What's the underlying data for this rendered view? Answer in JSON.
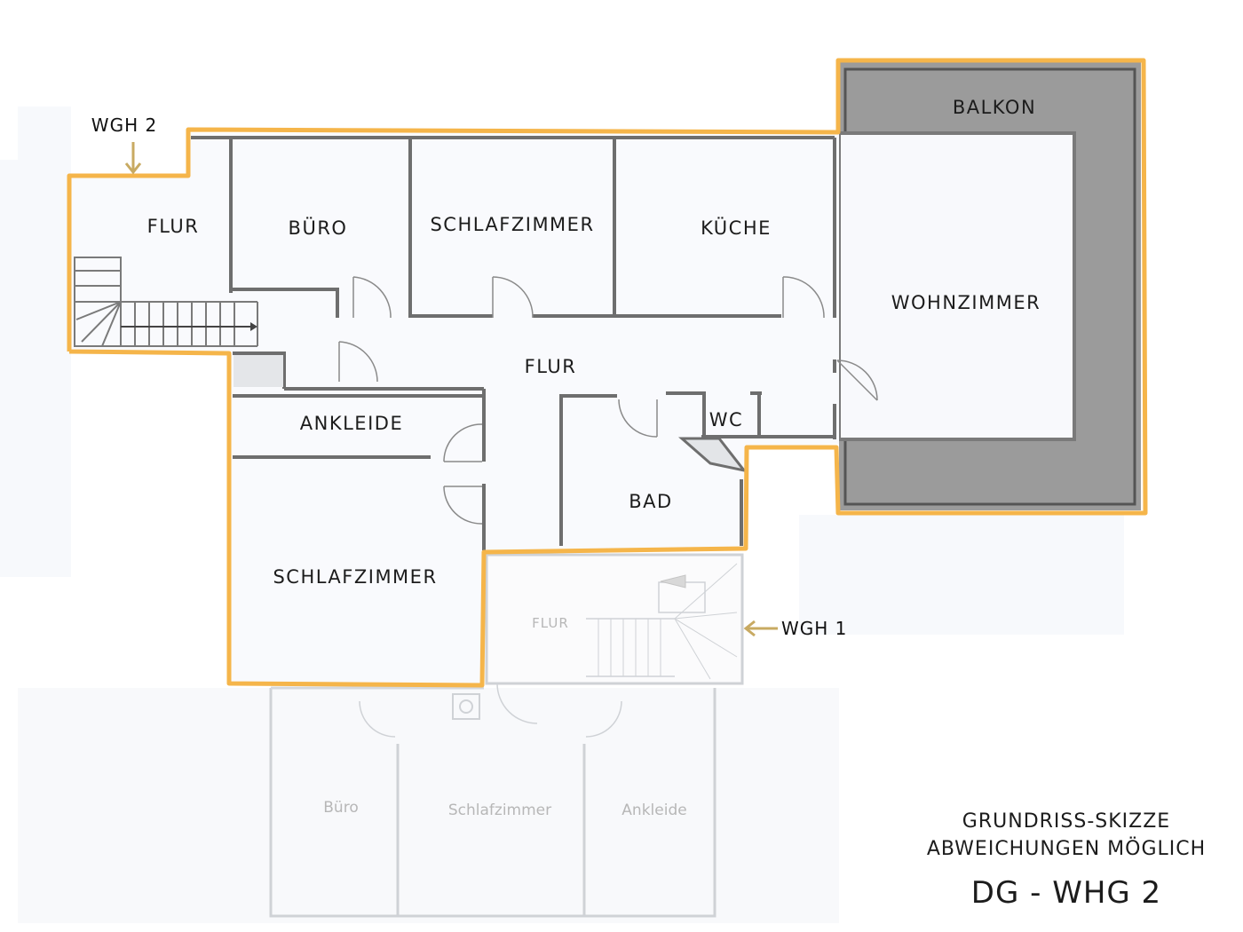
{
  "rooms": {
    "flur_stair": "FLUR",
    "buero": "BÜRO",
    "schlafzimmer_top": "SCHLAFZIMMER",
    "kueche": "KÜCHE",
    "wohnzimmer": "WOHNZIMMER",
    "balkon": "BALKON",
    "flur_center": "FLUR",
    "ankleide": "ANKLEIDE",
    "wc": "WC",
    "bad": "BAD",
    "schlafzimmer_bottom": "SCHLAFZIMMER"
  },
  "lower_floor": {
    "flur": "FLUR",
    "buero": "Büro",
    "schlafzimmer": "Schlafzimmer",
    "ankleide": "Ankleide"
  },
  "markers": {
    "wgh2": "WGH 2",
    "wgh1": "WGH 1"
  },
  "caption": {
    "line1": "GRUNDRISS-SKIZZE",
    "line2": "ABWEICHUNGEN MÖGLICH",
    "title": "DG - WHG 2"
  },
  "colors": {
    "outline": "#f5b54a",
    "wall": "#6e6e6e",
    "balcony": "#9a9a9a",
    "arrow": "#c8aa62"
  }
}
